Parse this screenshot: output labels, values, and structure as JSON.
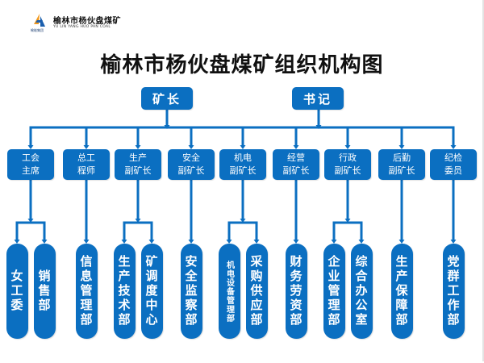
{
  "logo": {
    "group_label": "榆能集团",
    "name": "榆林市杨伙盘煤矿",
    "english": "YU LIN YANG HUO PAN COAL"
  },
  "title": "榆林市杨伙盘煤矿组织机构图",
  "colors": {
    "box": "#0b6fc1",
    "line": "#0b6fc1",
    "text_on_box": "#ffffff"
  },
  "top": [
    {
      "label": "矿长"
    },
    {
      "label": "书记"
    }
  ],
  "level2": [
    {
      "line1": "工会",
      "line2": "主席",
      "children": [
        "女工委",
        "销售部"
      ]
    },
    {
      "line1": "总工",
      "line2": "程师",
      "children": [
        "信息管理部"
      ]
    },
    {
      "line1": "生产",
      "line2": "副矿长",
      "children": [
        "生产技术部",
        "矿调度中心"
      ]
    },
    {
      "line1": "安全",
      "line2": "副矿长",
      "children": [
        "安全监察部"
      ]
    },
    {
      "line1": "机电",
      "line2": "副矿长",
      "children": [
        "机电设备管理部",
        "采购供应部"
      ]
    },
    {
      "line1": "经营",
      "line2": "副矿长",
      "children": [
        "财务劳资部"
      ]
    },
    {
      "line1": "行政",
      "line2": "副矿长",
      "children": [
        "企业管理部",
        "综合办公室"
      ]
    },
    {
      "line1": "后勤",
      "line2": "副矿长",
      "children": [
        "生产保障部"
      ]
    },
    {
      "line1": "纪检",
      "line2": "委员",
      "children": [
        "党群工作部"
      ]
    }
  ]
}
